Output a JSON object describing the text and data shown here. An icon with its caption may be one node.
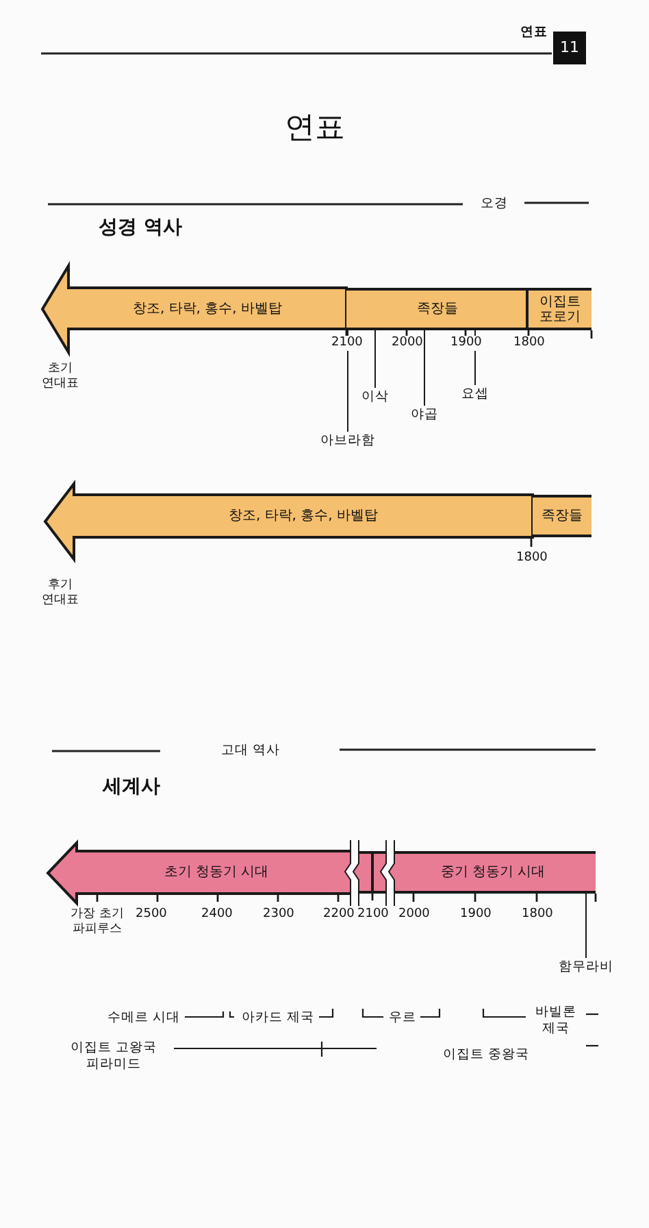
{
  "diagram": {
    "title": "연표",
    "nodes": [
      {
        "text": [
          "창조, 타락, 홍수, 바벨탑"
        ]
      },
      {
        "text": [
          "족장들"
        ]
      },
      {
        "text": [
          "이집트 포로기"
        ]
      },
      {
        "text": [
          "아브라함"
        ]
      },
      {
        "text": [
          "이삭"
        ]
      },
      {
        "text": [
          "야곱"
        ]
      },
      {
        "text": [
          "요셉"
        ]
      },
      {
        "text": [
          "창조, 타락, 홍수, 바벨탑"
        ]
      },
      {
        "text": [
          "족장들"
        ]
      },
      {
        "text": [
          "초기 청동기 시대"
        ]
      },
      {
        "text": [
          "중기 청동기 시대"
        ]
      },
      {
        "text": [
          "함무라비"
        ]
      }
    ],
    "edges": [
      {
        "from": 3,
        "to": 1,
        "arrow": "none"
      },
      {
        "from": 4,
        "to": 1,
        "arrow": "none"
      },
      {
        "from": 5,
        "to": 1,
        "arrow": "none"
      },
      {
        "from": 6,
        "to": 1,
        "arrow": "none"
      },
      {
        "from": 11,
        "to": 10,
        "arrow": "none"
      }
    ],
    "labels": [
      "연표",
      "11",
      "오경",
      "성경 역사",
      "2100",
      "2000",
      "1900",
      "1800",
      "초기 연대표",
      "1800",
      "후기 연대표",
      "고대 역사",
      "세계사",
      "2500",
      "2400",
      "2300",
      "2200",
      "2100",
      "2000",
      "1900",
      "1800",
      "가장 초기 파피루스",
      "수메르 시대",
      "아카드 제국",
      "우르",
      "바빌론 제국",
      "이집트 고왕국 피라미드",
      "이집트 중왕국"
    ]
  }
}
